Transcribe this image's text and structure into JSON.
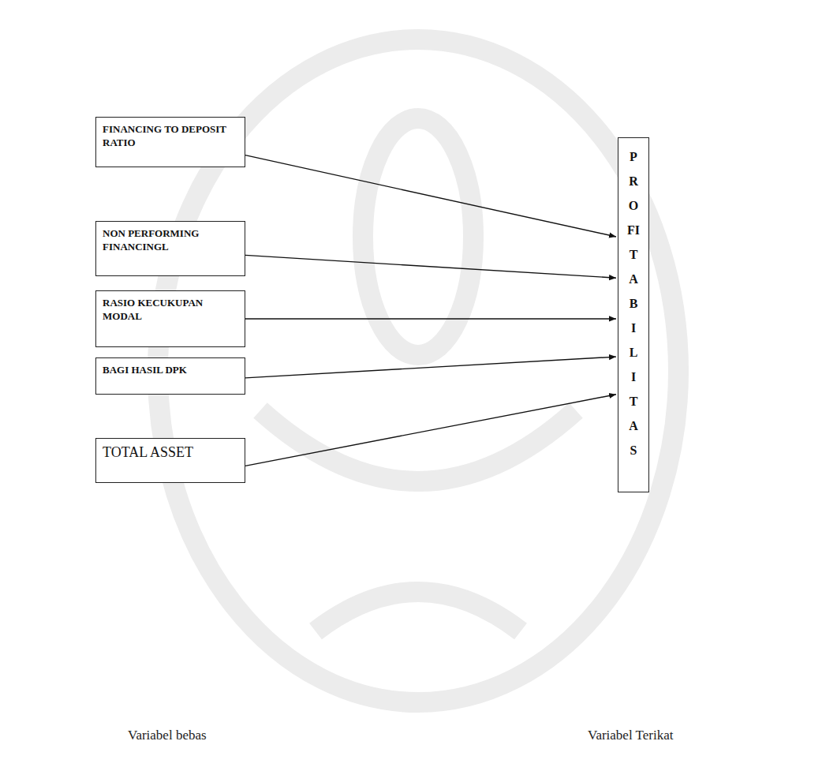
{
  "diagram": {
    "nodes": [
      {
        "text": [
          "FINANCING TO DEPOSIT RATIO"
        ]
      },
      {
        "text": [
          "NON PERFORMING FINANCINGL"
        ]
      },
      {
        "text": [
          "RASIO KECUKUPAN MODAL"
        ]
      },
      {
        "text": [
          "BAGI HASIL DPK"
        ]
      },
      {
        "text": [
          "TOTAL ASSET"
        ]
      },
      {
        "text": [
          "PROFITABILITAS"
        ]
      }
    ],
    "edges": [
      {
        "from": 0,
        "to": 5,
        "arrow": "to"
      },
      {
        "from": 1,
        "to": 5,
        "arrow": "to"
      },
      {
        "from": 2,
        "to": 5,
        "arrow": "to"
      },
      {
        "from": 3,
        "to": 5,
        "arrow": "to"
      },
      {
        "from": 4,
        "to": 5,
        "arrow": "to"
      }
    ],
    "labels": [
      "Variabel bebas",
      "Variabel Terikat"
    ]
  }
}
